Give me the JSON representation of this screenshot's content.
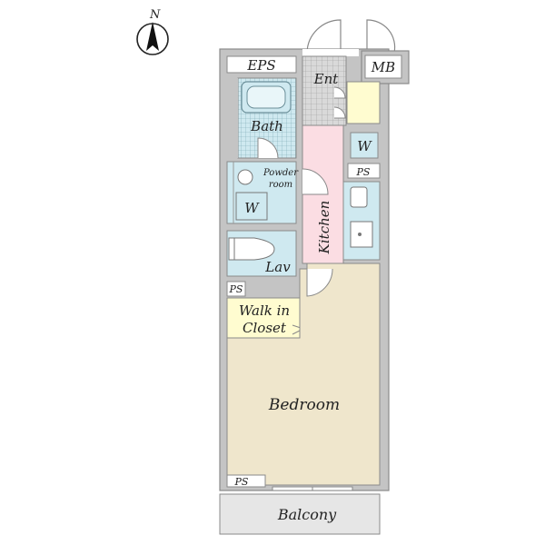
{
  "compass": {
    "north_label": "N"
  },
  "rooms": {
    "eps": "EPS",
    "mb": "MB",
    "entrance": "Ent",
    "bath": "Bath",
    "washer_space": "W",
    "powder_room_line1": "Powder",
    "powder_room_line2": "room",
    "powder_washer": "W",
    "lavatory": "Lav",
    "kitchen": "Kitchen",
    "pipe_space_kitchen": "PS",
    "pipe_space_closet": "PS",
    "walk_in_closet_line1": "Walk in",
    "walk_in_closet_line2": "Closet",
    "bedroom": "Bedroom",
    "pipe_space_bedroom": "PS",
    "balcony": "Balcony"
  },
  "colors": {
    "wall": "#c4c4c4",
    "wall_outline": "#8a8a8a",
    "bedroom": "#efe6cc",
    "walk_in_closet": "#fffcd0",
    "bath_area": "#cfe9f0",
    "kitchen": "#fbdde3",
    "entrance_tile": "#d9d9d9",
    "balcony": "#e6e6e6",
    "shoe_cabinet": "#fffcd0"
  }
}
